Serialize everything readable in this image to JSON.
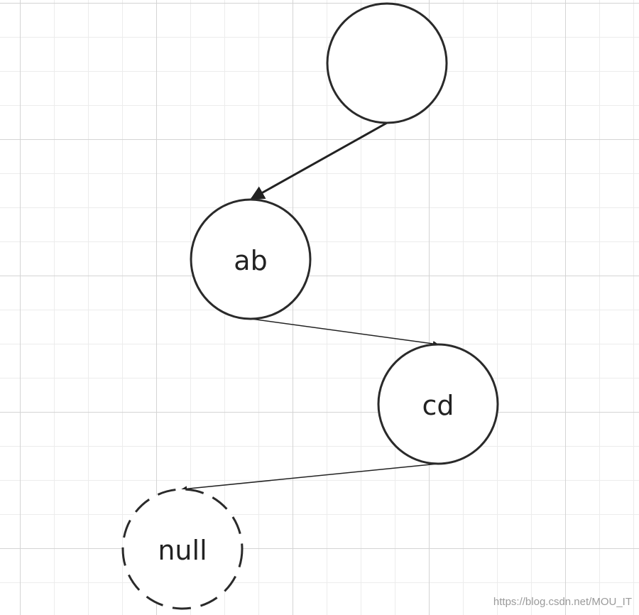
{
  "diagram": {
    "nodes": [
      {
        "id": "root",
        "label": "",
        "style": "solid"
      },
      {
        "id": "node-ab",
        "label": "ab",
        "style": "solid"
      },
      {
        "id": "node-cd",
        "label": "cd",
        "style": "solid"
      },
      {
        "id": "node-null",
        "label": "null",
        "style": "dashed"
      }
    ],
    "edges": [
      {
        "from": "root",
        "to": "node-ab",
        "weight": "thick"
      },
      {
        "from": "node-ab",
        "to": "node-cd",
        "weight": "thin"
      },
      {
        "from": "node-cd",
        "to": "node-null",
        "weight": "thin"
      }
    ]
  },
  "watermark": "https://blog.csdn.net/MOU_IT",
  "colors": {
    "stroke": "#2a2a2a",
    "text": "#222222"
  }
}
